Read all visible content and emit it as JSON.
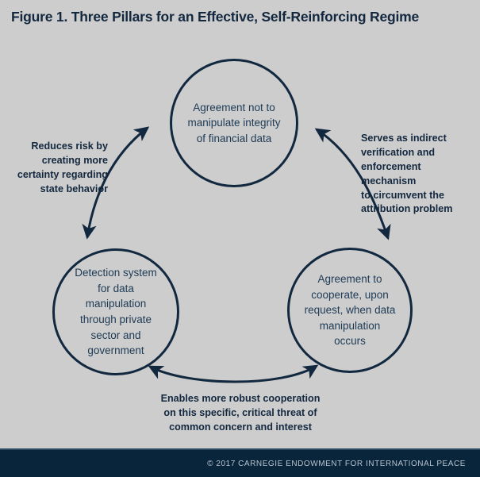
{
  "figure": {
    "title": "Figure 1. Three Pillars for an Effective, Self-Reinforcing Regime",
    "background_color": "#cdcdcd",
    "accent_color": "#12283f",
    "text_color": "#1d3a55"
  },
  "nodes": [
    {
      "id": "top",
      "name": "agreement-integrity",
      "lines": [
        "Agreement not to",
        "manipulate integrity",
        "of financial data"
      ],
      "text": "Agreement not to manipulate integrity of financial data"
    },
    {
      "id": "bottom-left",
      "name": "detection-system",
      "lines": [
        "Detection system",
        "for data manipulation",
        "through private",
        "sector and",
        "government"
      ],
      "text": "Detection system for data manipulation through private sector and government"
    },
    {
      "id": "bottom-right",
      "name": "agreement-cooperate",
      "lines": [
        "Agreement to",
        "cooperate, upon",
        "request, when data",
        "manipulation occurs"
      ],
      "text": "Agreement to cooperate, upon request, when data manipulation occurs"
    }
  ],
  "captions": {
    "left": {
      "lines": [
        "Reduces risk by",
        "creating more",
        "certainty regarding",
        "state behavior"
      ],
      "text": "Reduces risk by creating more certainty regarding state behavior"
    },
    "right": {
      "lines": [
        "Serves as indirect",
        "verification and",
        "enforcement mechanism",
        "to circumvent the",
        "attribution problem"
      ],
      "text": "Serves as indirect verification and enforcement mechanism to circumvent the attribution problem"
    },
    "bottom": {
      "lines": [
        "Enables more robust cooperation",
        "on this specific, critical threat of",
        "common concern and interest"
      ],
      "text": "Enables more robust cooperation on this specific, critical threat of common concern and interest"
    }
  },
  "footer": {
    "copyright": "© 2017 CARNEGIE ENDOWMENT FOR INTERNATIONAL PEACE",
    "background_color": "#08253c",
    "text_color": "#b9c3cc"
  }
}
